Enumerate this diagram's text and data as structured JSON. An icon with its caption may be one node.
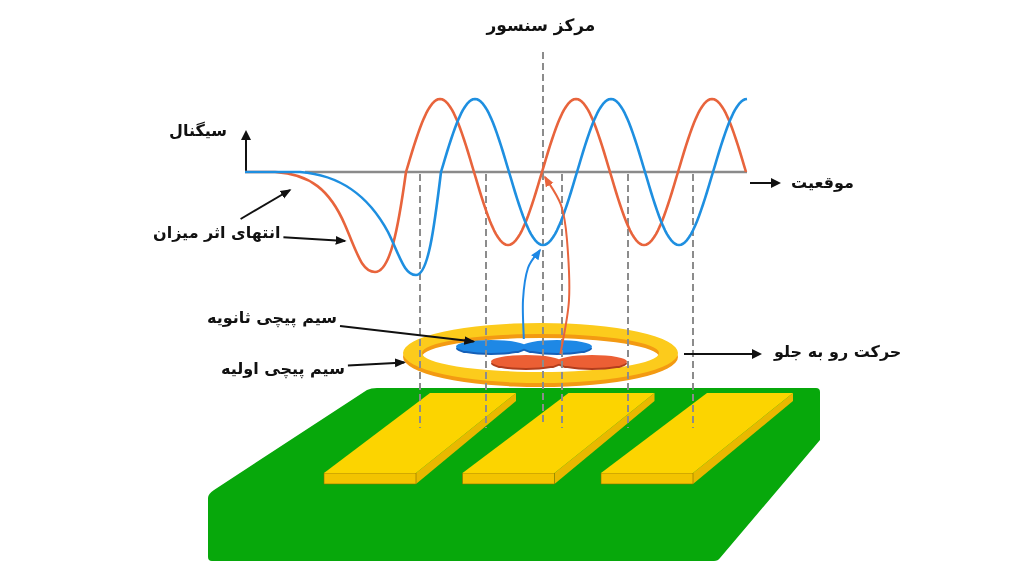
{
  "diagram": {
    "nodes": [
      {
        "text": [
          "انتهای اثر میزان"
        ]
      },
      {
        "text": [
          "سیم پیچی ثانویه"
        ]
      },
      {
        "text": [
          "سیم پیچی اولیه"
        ]
      },
      {
        "text": [],
        "shape": "ring"
      },
      {
        "text": [],
        "shape": "ellipse",
        "in": 3
      },
      {
        "text": [],
        "shape": "ellipse",
        "in": 3
      }
    ],
    "edges": [
      {
        "from": 0,
        "to": null,
        "arrow": "to"
      },
      {
        "from": 0,
        "to": null,
        "arrow": "to"
      },
      {
        "from": 1,
        "to": 4,
        "arrow": "to"
      },
      {
        "from": 2,
        "to": 3,
        "arrow": "to"
      },
      {
        "from": 4,
        "to": null,
        "arrow": "to",
        "color": "#1e88e5"
      },
      {
        "from": 5,
        "to": null,
        "arrow": "to",
        "color": "#e8643c"
      }
    ],
    "labels": [
      "مرکز سنسور",
      "سیگنال",
      "موقعیت",
      "حرکت رو به جلو"
    ]
  }
}
